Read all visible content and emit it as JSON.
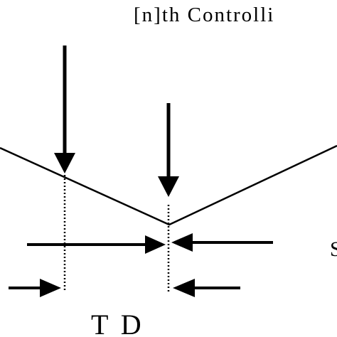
{
  "labels": {
    "top_title": "[n]th Controlli",
    "td": "T D",
    "right_cut": "S"
  },
  "colors": {
    "ink": "#000000",
    "background": "#ffffff"
  }
}
